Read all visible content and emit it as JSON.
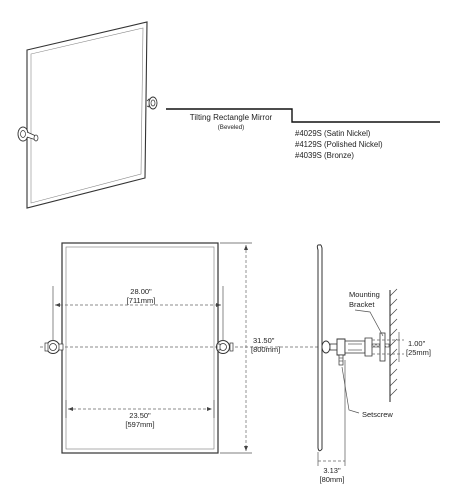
{
  "product": {
    "title": "Tilting Rectangle Mirror",
    "subtitle": "(Beveled)",
    "models": [
      "#4029S (Satin Nickel)",
      "#4129S (Polished Nickel)",
      "#4039S (Bronze)"
    ]
  },
  "dimensions": {
    "top_width_in": "28.00\"",
    "top_width_mm": "[711mm]",
    "bottom_width_in": "23.50\"",
    "bottom_width_mm": "[597mm]",
    "height_in": "31.50\"",
    "height_mm": "[800mm]",
    "wall_offset_in": "1.00\"",
    "wall_offset_mm": "[25mm]",
    "depth_in": "3.13\"",
    "depth_mm": "[80mm]"
  },
  "callouts": {
    "mounting_bracket_line1": "Mounting",
    "mounting_bracket_line2": "Bracket",
    "setscrew": "Setscrew"
  }
}
